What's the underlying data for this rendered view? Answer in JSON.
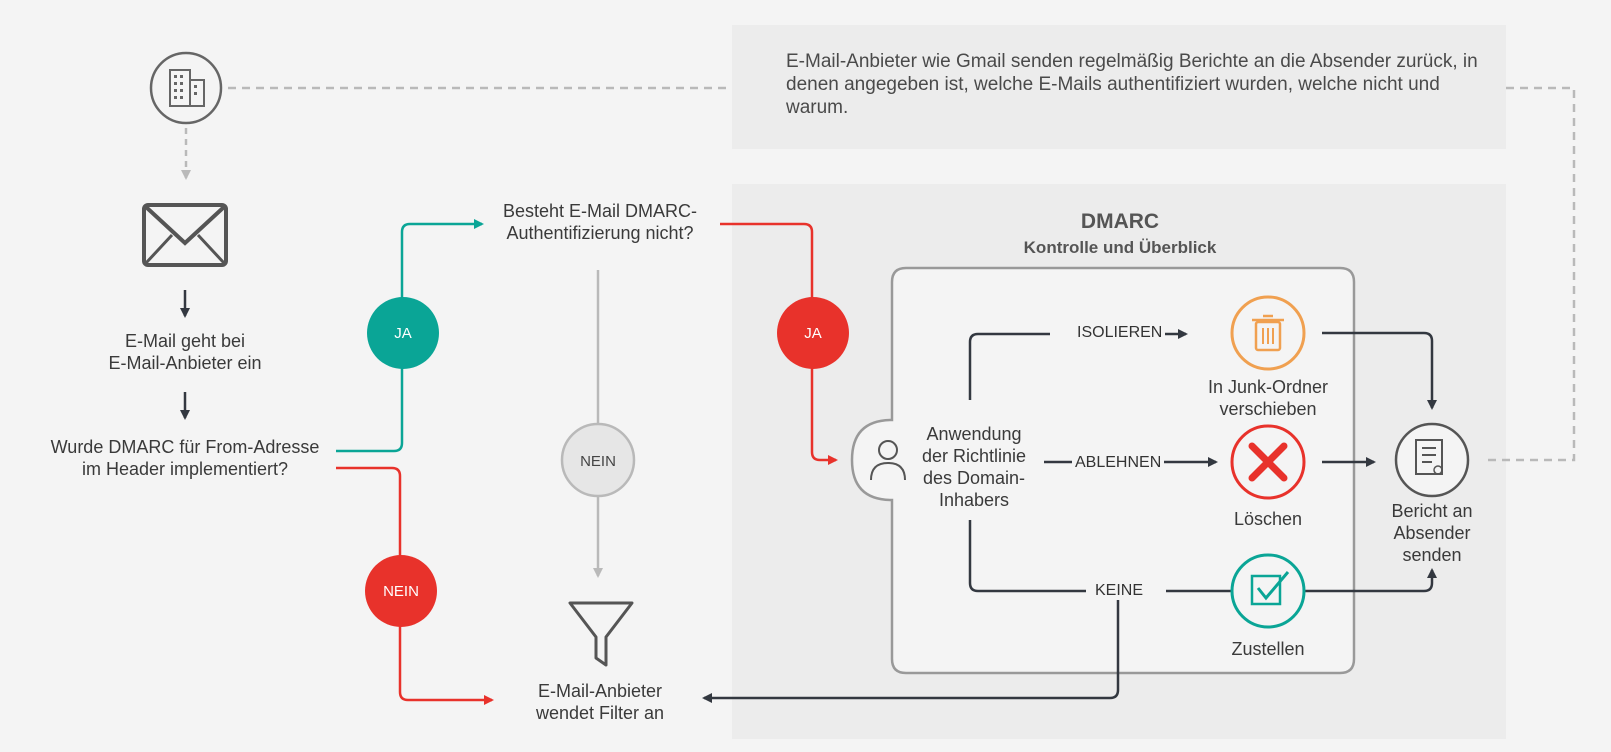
{
  "info_box": {
    "text": "E-Mail-Anbieter wie Gmail senden regelmäßig Berichte an die Absender zurück, in denen angegeben ist, welche E-Mails authentifiziert wurden, welche nicht und warum."
  },
  "left_flow": {
    "email_arrives": [
      "E-Mail geht bei",
      "E-Mail-Anbieter ein"
    ],
    "question_dmarc": [
      "Wurde DMARC für From-Adresse",
      "im Header implementiert?"
    ]
  },
  "middle_flow": {
    "question_fail": [
      "Besteht E-Mail DMARC-",
      "Authentifizierung nicht?"
    ],
    "filter_label": [
      "E-Mail-Anbieter",
      "wendet Filter an"
    ]
  },
  "badges": {
    "ja_teal": "JA",
    "ja_red": "JA",
    "nein_gray": "NEIN",
    "nein_red": "NEIN"
  },
  "dmarc": {
    "title": "DMARC",
    "subtitle": "Kontrolle und Überblick",
    "policy_label": [
      "Anwendung",
      "der Richtlinie",
      "des Domain-",
      "Inhabers"
    ],
    "actions": {
      "isolate": "ISOLIEREN",
      "reject": "ABLEHNEN",
      "none": "KEINE"
    },
    "outcomes": {
      "junk": [
        "In Junk-Ordner",
        "verschieben"
      ],
      "delete": "Löschen",
      "deliver": "Zustellen"
    },
    "report": [
      "Bericht an",
      "Absender",
      "senden"
    ]
  },
  "colors": {
    "teal": "#0aa596",
    "red": "#e8322b",
    "orange": "#f0a050",
    "dark": "#333840",
    "gray_line": "#b9b9b9",
    "panel": "#ececec"
  },
  "icons": [
    "building-icon",
    "envelope-icon",
    "funnel-icon",
    "person-icon",
    "trash-icon",
    "x-icon",
    "checkbox-icon",
    "report-icon"
  ]
}
